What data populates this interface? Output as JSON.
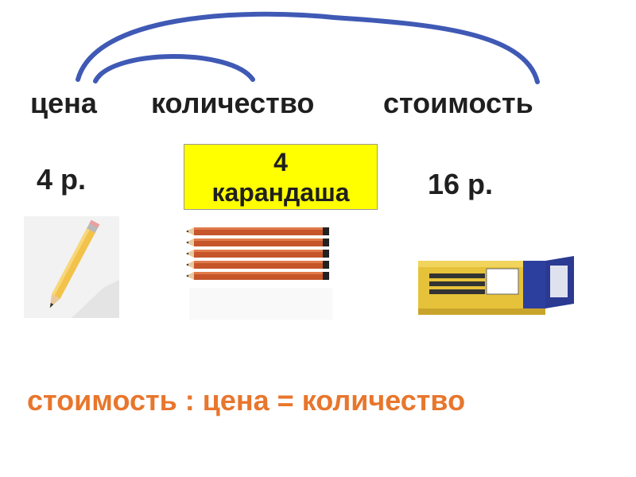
{
  "labels": {
    "price": "цена",
    "quantity": "количество",
    "cost": "стоимость"
  },
  "values": {
    "price": "4 р.",
    "quantity_number": "4",
    "quantity_unit": "карандаша",
    "cost": "16 р."
  },
  "formula": "стоимость : цена = количество",
  "colors": {
    "arc": "#3f59b5",
    "formula": "#e8762c",
    "highlight": "#ffff00"
  }
}
